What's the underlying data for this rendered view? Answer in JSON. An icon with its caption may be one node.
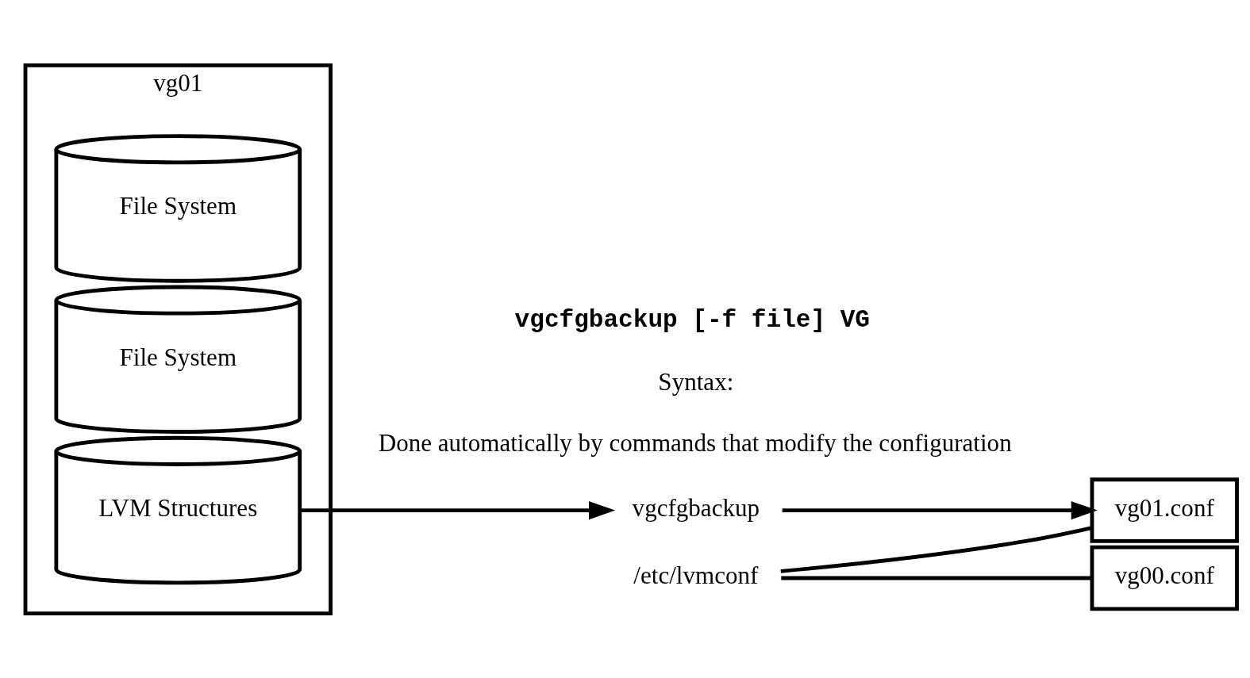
{
  "diagram": {
    "nodes": [
      {
        "text": [
          "vg01"
        ]
      },
      {
        "text": [
          "LVM Structures"
        ],
        "in": 0
      },
      {
        "text": [
          "File System"
        ],
        "in": 0
      },
      {
        "text": [
          "File System"
        ],
        "in": 0
      },
      {
        "text": [
          "vgcfgbackup"
        ]
      },
      {
        "text": [
          "/etc/lvmconf"
        ]
      },
      {
        "text": [
          "vg01.conf"
        ]
      },
      {
        "text": [
          "vg00.conf"
        ]
      }
    ],
    "edges": [
      {
        "from": 1,
        "to": 4,
        "arrow": "to"
      },
      {
        "from": 4,
        "to": 6,
        "arrow": "to"
      },
      {
        "from": 5,
        "to": 6,
        "arrow": "none"
      },
      {
        "from": 5,
        "to": 7,
        "arrow": "none"
      }
    ],
    "labels": [
      "Done automatically by commands that modify the configuration",
      "Syntax:",
      "vgcfgbackup [-f file] VG"
    ]
  }
}
